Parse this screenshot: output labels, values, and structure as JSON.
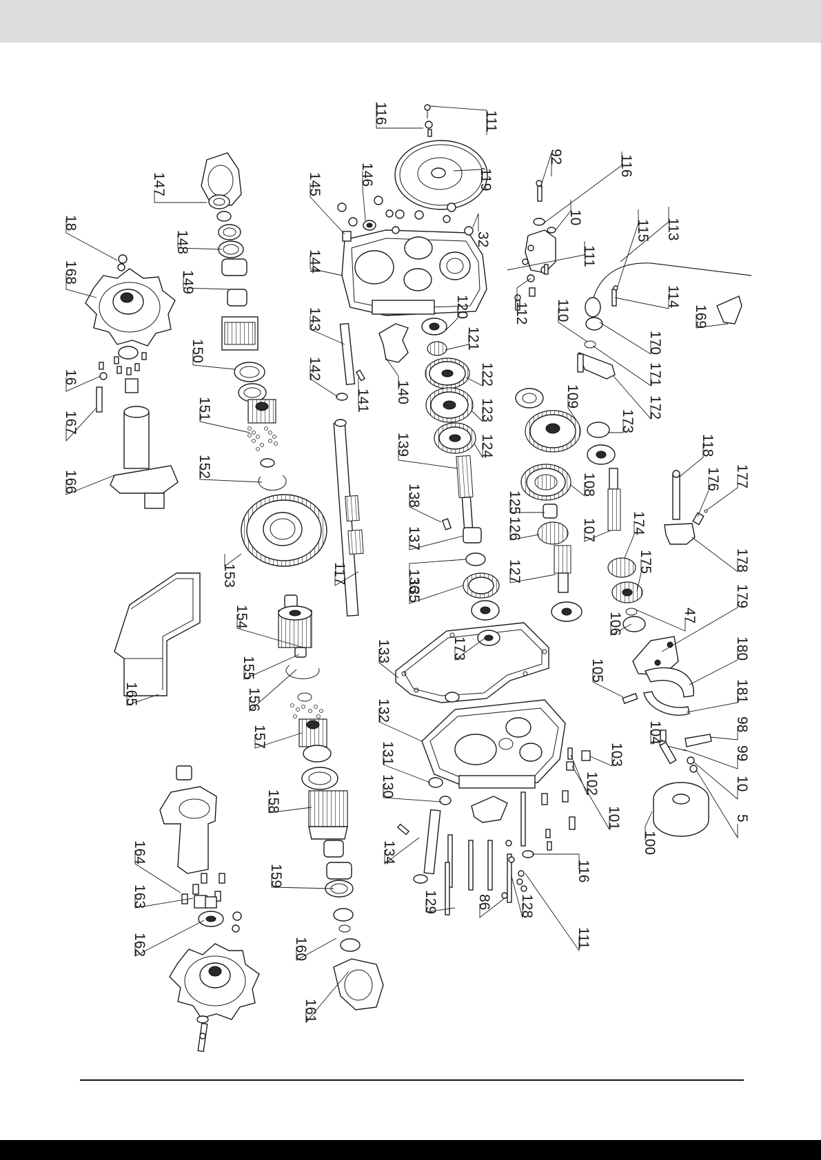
{
  "callouts": {
    "c116a": "116",
    "c111a": "111",
    "c92": "92",
    "c116b": "116",
    "c10a": "10",
    "c115": "115",
    "c113": "113",
    "c119": "119",
    "c32": "32",
    "c111b": "111",
    "c145": "145",
    "c146": "146",
    "c144": "144",
    "c147": "147",
    "c148": "148",
    "c149": "149",
    "c18": "18",
    "c168": "168",
    "c16": "16",
    "c167": "167",
    "c166": "166",
    "c150": "150",
    "c151": "151",
    "c152": "152",
    "c153": "153",
    "c143": "143",
    "c142": "142",
    "c141": "141",
    "c140": "140",
    "c120": "120",
    "c121": "121",
    "c122": "122",
    "c123": "123",
    "c124": "124",
    "c139": "139",
    "c138": "138",
    "c137": "137",
    "c136": "136",
    "c135": "135",
    "c117": "117",
    "c112": "112",
    "c110": "110",
    "c114": "114",
    "c170": "170",
    "c171": "171",
    "c169": "169",
    "c172": "172",
    "c173a": "173",
    "c109": "109",
    "c108": "108",
    "c125": "125",
    "c126": "126",
    "c127": "127",
    "c107": "107",
    "c118": "118",
    "c176": "176",
    "c177": "177",
    "c174": "174",
    "c178": "178",
    "c175": "175",
    "c47": "47",
    "c106": "106",
    "c179": "179",
    "c180": "180",
    "c105": "105",
    "c181": "181",
    "c98": "98",
    "c99": "99",
    "c10b": "10",
    "c5": "5",
    "c104": "104",
    "c103": "103",
    "c102": "102",
    "c101": "101",
    "c100": "100",
    "c133": "133",
    "c173b": "173",
    "c132": "132",
    "c131": "131",
    "c130": "130",
    "c134": "134",
    "c116c": "116",
    "c111c": "111",
    "c128": "128",
    "c86": "86",
    "c129": "129",
    "c154": "154",
    "c155": "155",
    "c156": "156",
    "c157": "157",
    "c158": "158",
    "c159": "159",
    "c160": "160",
    "c161": "161",
    "c165": "165",
    "c164": "164",
    "c163": "163",
    "c162": "162"
  }
}
